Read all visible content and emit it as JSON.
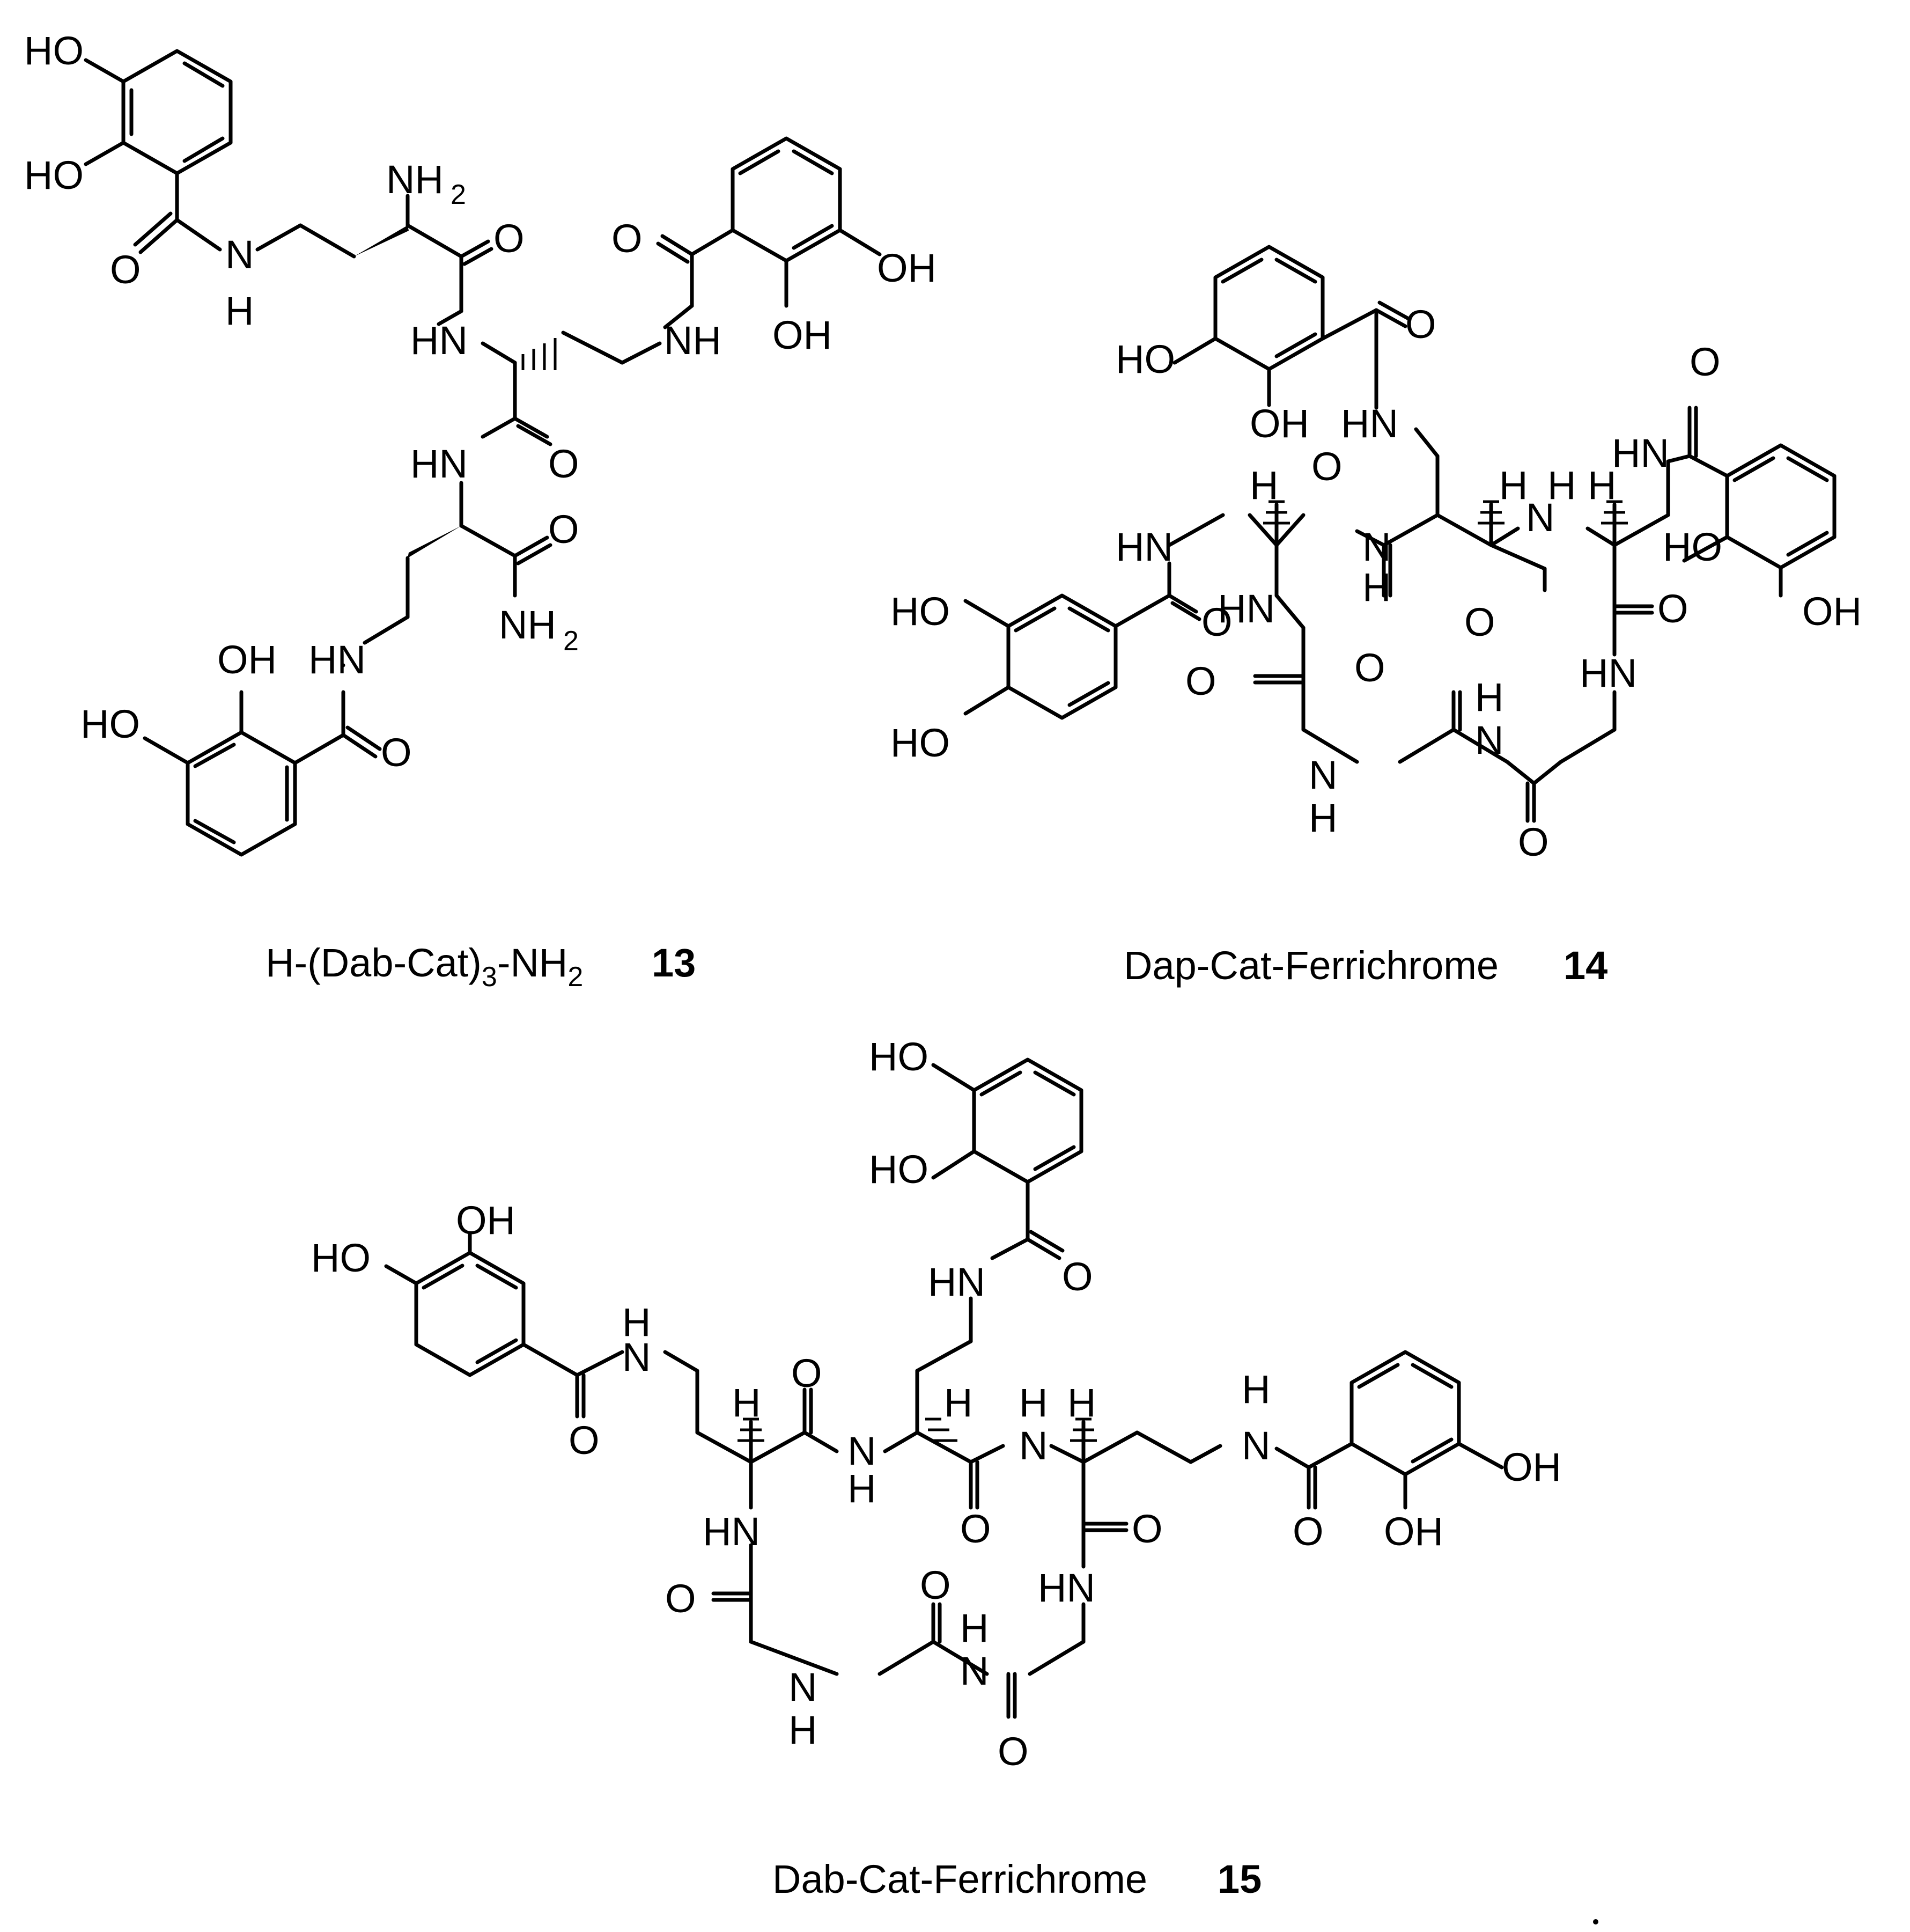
{
  "compounds": [
    {
      "caption_main": "H-(Dab-Cat)",
      "caption_sub1": "3",
      "caption_mid": "-NH",
      "caption_sub2": "2",
      "number": "13",
      "atoms": {
        "ho1": "HO",
        "ho2": "HO",
        "nh2_top": "NH",
        "nh2_top_sub": "2",
        "o1": "O",
        "n1": "N",
        "h1": "H",
        "o2": "O",
        "hn1": "HN",
        "nh1": "NH",
        "o3": "O",
        "oh1": "OH",
        "oh2": "OH",
        "hn2": "HN",
        "o4": "O",
        "o5": "O",
        "nh2_bot": "NH",
        "nh2_bot_sub": "2",
        "oh3": "OH",
        "hn3": "HN",
        "ho3": "HO",
        "o6": "O"
      }
    },
    {
      "caption_main": "Dap-Cat-Ferrichrome",
      "number": "14",
      "atoms": {
        "ho1": "HO",
        "o1": "O",
        "oh1": "OH",
        "hn1": "HN",
        "o2": "O",
        "o3": "O",
        "hn2": "HN",
        "h_a": "H",
        "h_b": "H",
        "n1": "N",
        "h1": "H",
        "h_c": "H",
        "n2": "N",
        "h2": "H",
        "ho2": "HO",
        "hn3": "HN",
        "oh2": "OH",
        "ho3": "HO",
        "o4": "O",
        "hn4": "HN",
        "o5": "O",
        "o6": "O",
        "hn5": "HN",
        "o7": "O",
        "o8": "O",
        "h3": "H",
        "n3": "N",
        "ho4": "HO",
        "n4": "N",
        "h4": "H",
        "o9": "O"
      }
    },
    {
      "caption_main": "Dab-Cat-Ferrichrome",
      "number": "15",
      "atoms": {
        "ho1": "HO",
        "ho2": "HO",
        "oh1": "OH",
        "ho3": "HO",
        "hn1": "HN",
        "o1": "O",
        "h1": "H",
        "n1": "N",
        "o2": "O",
        "h_a": "H",
        "o3": "O",
        "h_b": "H",
        "h2": "H",
        "h_c": "H",
        "n2": "N",
        "h3": "H",
        "n3": "N",
        "h4": "H",
        "n4": "N",
        "oh2": "OH",
        "oh3": "OH",
        "o4": "O",
        "o5": "O",
        "o6": "O",
        "hn2": "HN",
        "o7": "O",
        "o8": "O",
        "hn3": "HN",
        "h5": "H",
        "n5": "N",
        "n6": "N",
        "h6": "H",
        "o9": "O"
      }
    }
  ]
}
